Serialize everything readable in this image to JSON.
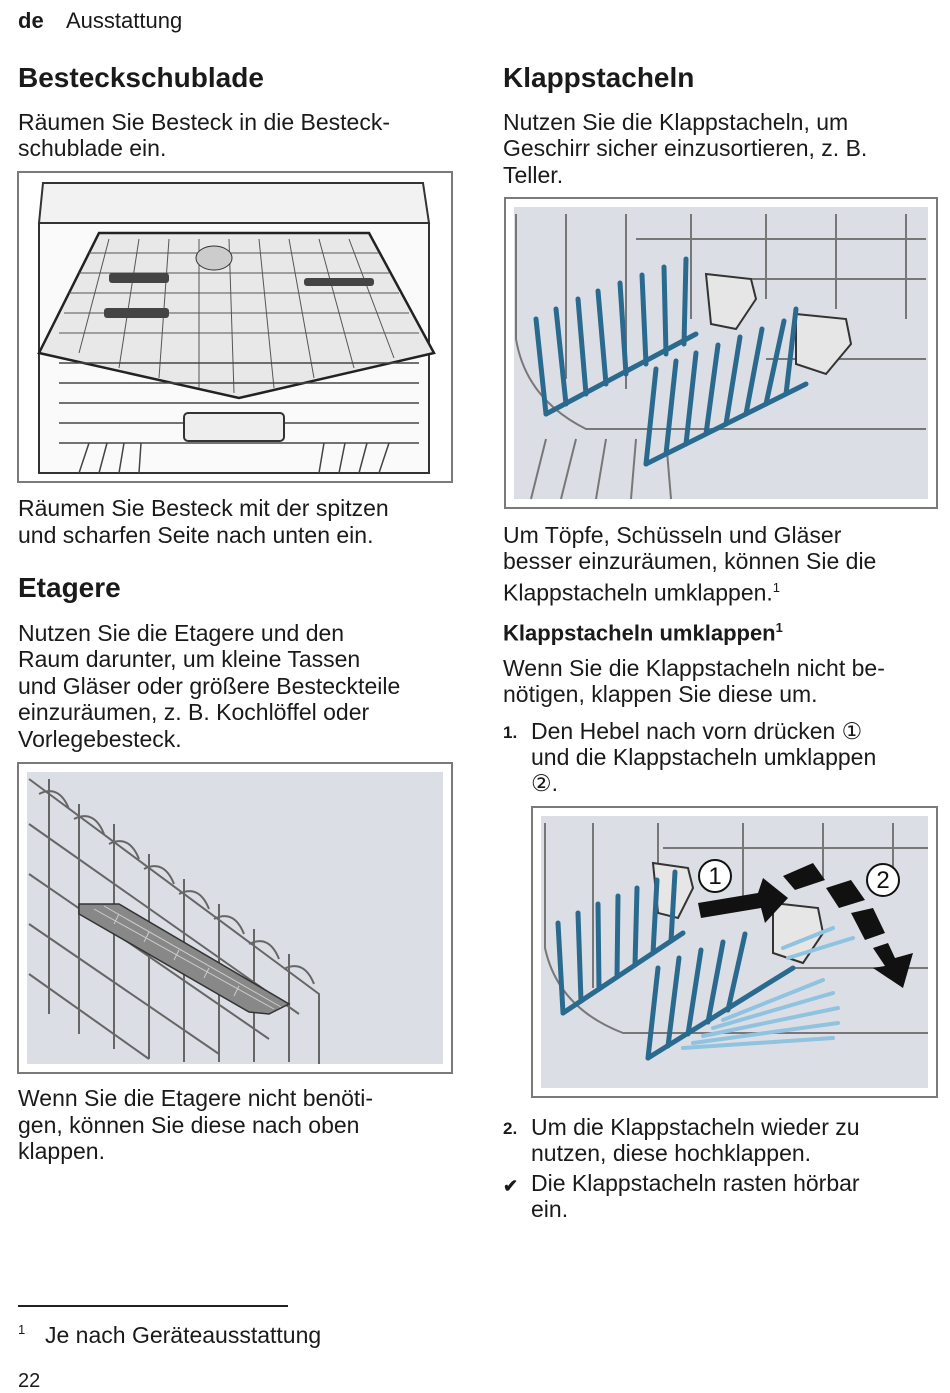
{
  "header": {
    "lang": "de",
    "section": "Ausstattung"
  },
  "left": {
    "h_besteck": "Besteckschublade",
    "p_besteck_1": "Räumen Sie Besteck in die Besteck-",
    "p_besteck_2": "schublade ein.",
    "p_after_fig1_1": "Räumen Sie Besteck mit der spitzen",
    "p_after_fig1_2": "und scharfen Seite nach unten ein.",
    "h_etagere": "Etagere",
    "p_etagere_1": "Nutzen Sie die Etagere und den",
    "p_etagere_2": "Raum darunter, um kleine Tassen",
    "p_etagere_3": "und Gläser oder größere Besteckteile",
    "p_etagere_4": "einzuräumen, z. B. Kochlöffel oder",
    "p_etagere_5": "Vorlegebesteck.",
    "p_after_fig2_1": "Wenn Sie die Etagere nicht benöti-",
    "p_after_fig2_2": "gen, können Sie diese nach oben",
    "p_after_fig2_3": "klappen."
  },
  "right": {
    "h_klapp": "Klappstacheln",
    "p_klapp_1": "Nutzen Sie die Klappstacheln, um",
    "p_klapp_2": "Geschirr sicher einzusortieren, z. B.",
    "p_klapp_3": "Teller.",
    "p_topfe_1": "Um Töpfe, Schüsseln und Gläser",
    "p_topfe_2": "besser einzuräumen, können Sie die",
    "p_topfe_3": "Klappstacheln umklappen.",
    "p_topfe_sup": "1",
    "h_umklappen": "Klappstacheln umklappen",
    "h_umklappen_sup": "1",
    "p_wenn_1": "Wenn Sie die Klappstacheln nicht be-",
    "p_wenn_2": "nötigen, klappen Sie diese um.",
    "step1_num": "1.",
    "step1_line1": "Den Hebel nach vorn drücken ①",
    "step1_line2": "und die Klappstacheln umklappen",
    "step1_line3": "②.",
    "fig_label_1": "1",
    "fig_label_2": "2",
    "step2_num": "2.",
    "step2_line1": "Um die Klappstacheln wieder zu",
    "step2_line2": "nutzen, diese hochklappen.",
    "result_mark": "✔",
    "result_line1": "Die Klappstacheln rasten hörbar",
    "result_line2": "ein."
  },
  "footnote": {
    "mark": "1",
    "text": "Je nach Geräteausstattung"
  },
  "page_number": "22",
  "colors": {
    "spike_blue": "#2a6a8e",
    "spike_light": "#8fc3e0",
    "figure_bg": "#dcdee5",
    "frame": "#7a7a7a"
  }
}
